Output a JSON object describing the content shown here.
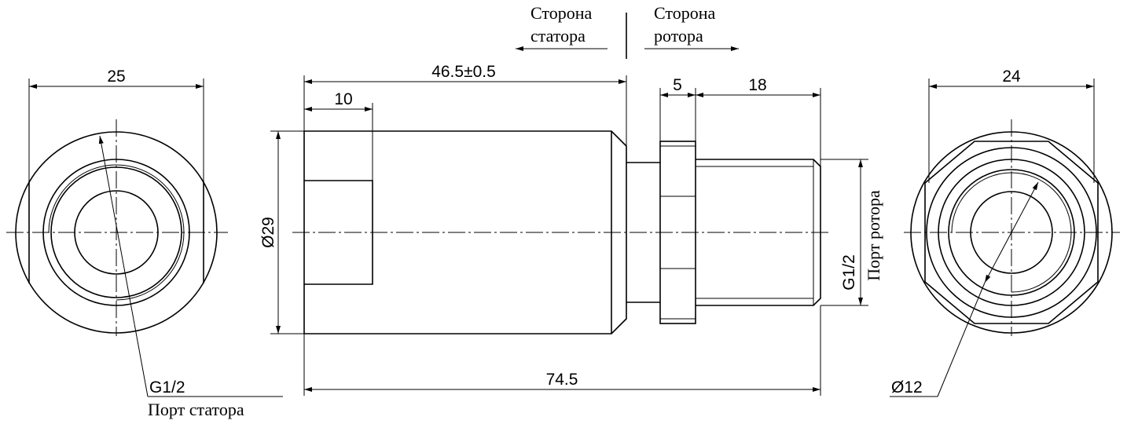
{
  "annotations": {
    "stator_side": [
      "Сторона",
      "статора"
    ],
    "rotor_side": [
      "Сторона",
      "ротора"
    ],
    "stator_port": "Порт статора",
    "rotor_port": "Порт ротора"
  },
  "dimensions": {
    "left_width": "25",
    "length_46": "46.5±0.5",
    "socket_depth": "10",
    "nut_width": "5",
    "thread_length": "18",
    "right_width": "24",
    "diameter_29": "Ø29",
    "total_length": "74.5",
    "thread_left": "G1/2",
    "thread_right": "G1/2",
    "diameter_12": "Ø12"
  }
}
